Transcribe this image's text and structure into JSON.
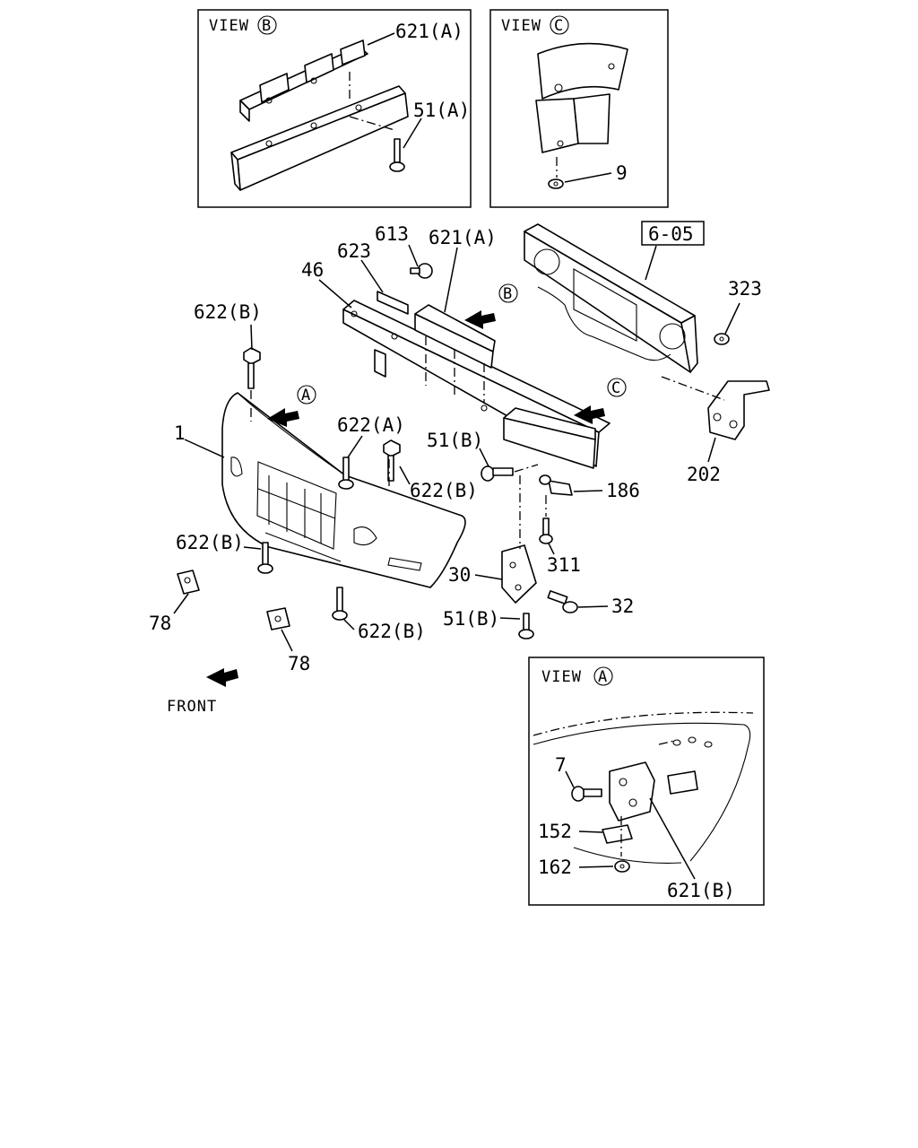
{
  "views": {
    "b": {
      "caption": "VIEW",
      "letter": "B"
    },
    "c": {
      "caption": "VIEW",
      "letter": "C"
    },
    "a": {
      "caption": "VIEW",
      "letter": "A"
    }
  },
  "markers": {
    "a": "A",
    "b": "B",
    "c": "C"
  },
  "section_ref": "6-05",
  "front_label": "FRONT",
  "callouts": {
    "vb_621a": "621(A)",
    "vb_51a": "51(A)",
    "vc_9": "9",
    "c_613": "613",
    "c_621a": "621(A)",
    "c_623": "623",
    "c_46": "46",
    "c_323": "323",
    "c_622b_top": "622(B)",
    "c_1": "1",
    "c_622a": "622(A)",
    "c_622b_mid": "622(B)",
    "c_51b_mid": "51(B)",
    "c_186": "186",
    "c_202": "202",
    "c_622b_left": "622(B)",
    "c_311": "311",
    "c_30": "30",
    "c_32": "32",
    "c_78_left": "78",
    "c_51b_low": "51(B)",
    "c_622b_low": "622(B)",
    "c_78_low": "78",
    "va_7": "7",
    "va_152": "152",
    "va_162": "162",
    "va_621b": "621(B)"
  }
}
